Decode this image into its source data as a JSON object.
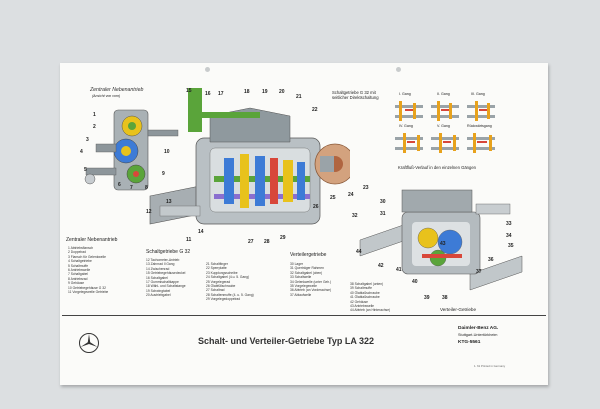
{
  "sheet": {
    "title": "Schalt- und Verteiler-Getriebe  Typ LA  322",
    "company": "Daimler-Benz AG.",
    "city": "Stuttgart-Untertürkheim",
    "code": "KTG-5561",
    "small_note": "1. 61   Printed in Germany"
  },
  "sections": {
    "nebenantrieb_top": "Zentraler Nebenantrieb",
    "nebenantrieb_top_sub": "(Ansicht von vorn)",
    "schaltgetriebe_top": "Schaltgetriebe G 32 mit\nseitlicher Direktschaltung",
    "kraftfluss": "Kraftfluß-Verlauf in den einzelnen Gängen",
    "verteiler_getriebe": "Verteiler-Getriebe"
  },
  "gears": [
    "I. Gang",
    "II. Gang",
    "III. Gang",
    "IV. Gang",
    "V. Gang",
    "Rückwärtsgang"
  ],
  "legend_nebenantrieb": {
    "title": "Zentraler Nebenantrieb",
    "items": [
      "1  Abtriebsflansch",
      "2  Doppelrad",
      "3  Flansch für Gelenkwelle",
      "4  Schaltgetriebe",
      "5  Schaltmuffe",
      "6  Antriebswelle",
      "7  Schaltgabel",
      "8  Antriebsrad",
      "9  Gehäuse",
      "10  Getriebegehäuse G 32",
      "11  Vorgelegewelle Getriebe"
    ]
  },
  "legend_schalt": {
    "title": "Schaltgetriebe G 32",
    "items": [
      "12  Tachometer-Antrieb",
      "13  Zahnrad Il Gang",
      "14  Zwischenrad",
      "15  Getriebegehäusedeckel",
      "16  Schaltgabel",
      "17  Gummischaltkappe",
      "18  Wähl- und Schaltstange",
      "19  Schwingtabel",
      "20  Austriebgabel"
    ]
  },
  "legend_schalt2": {
    "items": [
      "21  Schaltfinger",
      "22  Sperrplatte",
      "23  Kupplungsscheibe",
      "24  Schaltgabel (4.u. 5. Gang)",
      "25  Vorgelegerad",
      "26  Ölabfüllschraube",
      "27  Schaltrad",
      "28  Schaltenmuffe (4. u. 5. Gang)",
      "29  Vorgelegedoppelrad"
    ]
  },
  "legend_verteiler": {
    "title": "Verteilergetriebe",
    "items": [
      "30  Lager",
      "31  Querträger Rahmen",
      "32  Schaltgabel (oben)",
      "33  Schaltwelle",
      "34  Gelenkwelle (unter Geh.)",
      "35  Vorgelegewelle",
      "36  Abtrieb (an Vorderachse)",
      "37  Ablaufwelle"
    ]
  },
  "legend_verteiler2": {
    "items": [
      "38  Schaltgabel (unten)",
      "39  Schaltmuffe",
      "40  Ölablaßschraube",
      "41  Ölablaßschraube",
      "42  Gehäuse",
      "43  Antriebswelle",
      "44  Abtrieb (an Hinterachse)"
    ]
  },
  "callouts": {
    "left": [
      "1",
      "2",
      "3",
      "4",
      "5",
      "6",
      "7",
      "8",
      "9",
      "10"
    ],
    "center_top": [
      "15",
      "16",
      "17",
      "18",
      "19",
      "20",
      "21",
      "22"
    ],
    "center_right": [
      "23",
      "24",
      "25",
      "26"
    ],
    "center_bottom": [
      "11",
      "12",
      "13",
      "14",
      "27",
      "28",
      "29"
    ],
    "verteiler": [
      "30",
      "31",
      "32",
      "33",
      "34",
      "35",
      "36",
      "37",
      "38",
      "39",
      "40",
      "41",
      "42",
      "43",
      "44"
    ]
  },
  "colors": {
    "paper": "#fbfbf9",
    "steel": "#9aa3a8",
    "green": "#5aa43a",
    "yellow": "#e8c21c",
    "blue": "#3d7bd6",
    "red": "#d8473a"
  }
}
